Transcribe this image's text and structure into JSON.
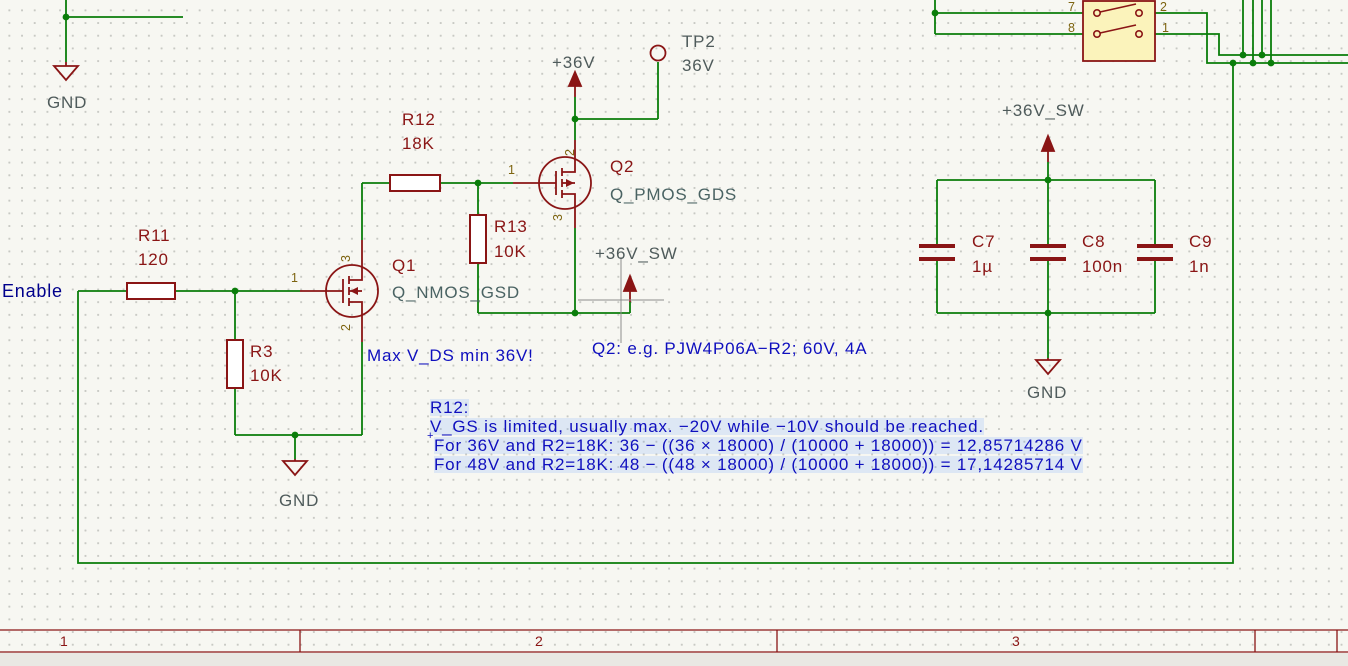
{
  "schematic": {
    "labels": {
      "enable": "Enable"
    },
    "power": {
      "gnd": "GND",
      "v36": "+36V",
      "v36sw": "+36V_SW"
    },
    "testpoint": {
      "ref": "TP2",
      "value": "36V"
    },
    "resistors": {
      "r11": {
        "ref": "R11",
        "value": "120"
      },
      "r12": {
        "ref": "R12",
        "value": "18K"
      },
      "r13": {
        "ref": "R13",
        "value": "10K"
      },
      "r3": {
        "ref": "R3",
        "value": "10K"
      }
    },
    "transistors": {
      "q1": {
        "ref": "Q1",
        "value": "Q_NMOS_GSD",
        "pin_gate": "1",
        "pin_drain": "3",
        "pin_source": "2"
      },
      "q2": {
        "ref": "Q2",
        "value": "Q_PMOS_GDS",
        "pin_gate": "1",
        "pin_drain": "2",
        "pin_source": "3"
      }
    },
    "capacitors": {
      "c7": {
        "ref": "C7",
        "value": "1µ"
      },
      "c8": {
        "ref": "C8",
        "value": "100n"
      },
      "c9": {
        "ref": "C9",
        "value": "1n"
      }
    },
    "connector": {
      "pin7": "7",
      "pin8": "8",
      "pin2": "2",
      "pin1": "1"
    },
    "notes": {
      "max_vds": "Max V_DS min 36V!",
      "q2_part": "Q2: e.g. PJW4P06A−R2; 60V, 4A",
      "r12_heading": "R12:",
      "r12_line1": "V_GS is limited, usually max. −20V while −10V should be reached.",
      "plus_mark": "+",
      "r12_line2": "For 36V and R2=18K: 36 − ((36 × 18000) / (10000 + 18000)) = 12,85714286 V",
      "r12_line3": "For 48V and R2=18K: 48 − ((48 × 18000) / (10000 + 18000)) = 17,14285714 V"
    },
    "sheet": {
      "col1": "1",
      "col2": "2",
      "col3": "3"
    },
    "colors": {
      "wire": "#0a7d0a",
      "device": "#8a1515",
      "pin_number": "#7d6410",
      "power_text": "#4f5b5b",
      "notes_blue": "#0f0fbe",
      "label_blue": "#00008c",
      "symbol_fill": "#fbf3bb",
      "background": "#f7f7f2"
    }
  }
}
